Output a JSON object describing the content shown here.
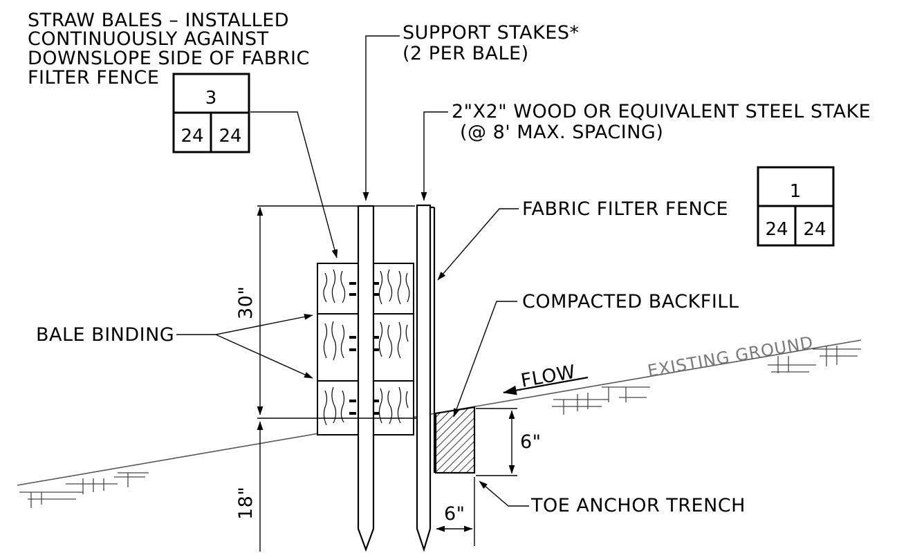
{
  "labels": {
    "straw_bales": [
      "STRAW BALES – INSTALLED",
      "CONTINUOUSLY AGAINST",
      "DOWNSLOPE SIDE OF FABRIC",
      "FILTER FENCE"
    ],
    "support_stakes": [
      "SUPPORT STAKES*",
      "(2 PER BALE)"
    ],
    "wood_stake": [
      "2\"X2\" WOOD OR EQUIVALENT STEEL STAKE",
      "(@ 8' MAX. SPACING)"
    ],
    "fabric_filter_fence": "FABRIC FILTER FENCE",
    "compacted_backfill": "COMPACTED BACKFILL",
    "bale_binding": "BALE BINDING",
    "existing_ground": "EXISTING GROUND",
    "flow": "FLOW",
    "toe_anchor_trench": "TOE ANCHOR TRENCH"
  },
  "dimensions": {
    "height_above_ground": "30\"",
    "depth_below_ground": "18\"",
    "trench_depth": "6\"",
    "trench_width": "6\""
  },
  "callouts": {
    "bales_box": {
      "top": "3",
      "bottom_left": "24",
      "bottom_right": "24"
    },
    "fence_box": {
      "top": "1",
      "bottom_left": "24",
      "bottom_right": "24"
    }
  }
}
